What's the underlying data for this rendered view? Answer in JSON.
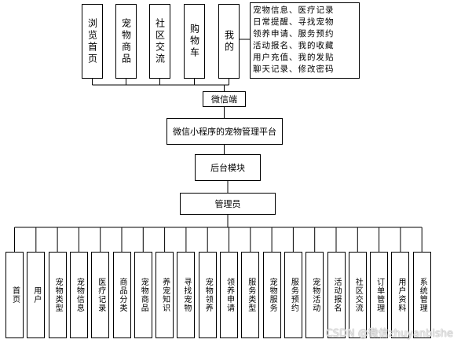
{
  "top_modules": [
    "浏览首页",
    "宠物商品",
    "社区交流",
    "购物车",
    "我的"
  ],
  "my_details": "宠物信息、医疗记录\n日常提醒、寻找宠物\n领养申请、服务预约\n活动报名、我的收藏\n用户充值、我的发贴\n聊天记录、修改密码",
  "wechat_client": "微信端",
  "platform": "微信小程序的宠物管理平台",
  "backend": "后台模块",
  "admin": "管理员",
  "admin_modules": [
    "首页",
    "用户",
    "宠物类型",
    "宠物信息",
    "医疗记录",
    "商品分类",
    "宠物商品",
    "养宠知识",
    "寻找宠物",
    "宠物领养",
    "领养申请",
    "服务类型",
    "宠物服务",
    "服务预约",
    "宠物活动",
    "活动报名",
    "社区交流",
    "订单管理",
    "用户资料",
    "系统管理"
  ],
  "watermark": "CSDN @微信zhuyanbishe"
}
